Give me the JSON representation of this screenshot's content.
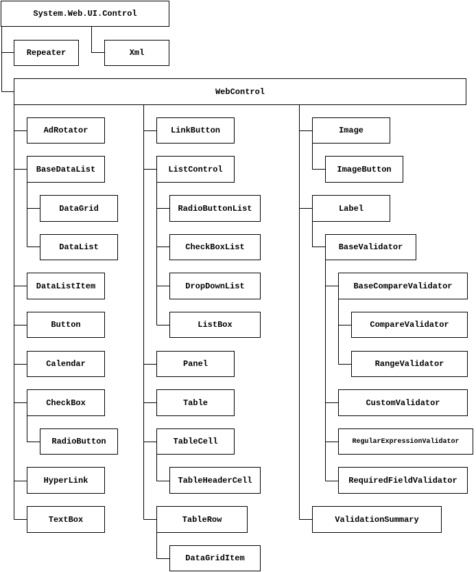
{
  "diagram": {
    "nodes": {
      "system_web_ui_control": "System.Web.UI.Control",
      "repeater": "Repeater",
      "xml": "Xml",
      "webcontrol": "WebControl",
      "adrotator": "AdRotator",
      "basedatalist": "BaseDataList",
      "datagrid": "DataGrid",
      "datalist": "DataList",
      "datalistitem": "DataListItem",
      "button": "Button",
      "calendar": "Calendar",
      "checkbox": "CheckBox",
      "radiobutton": "RadioButton",
      "hyperlink": "HyperLink",
      "textbox": "TextBox",
      "linkbutton": "LinkButton",
      "listcontrol": "ListControl",
      "radiobuttonlist": "RadioButtonList",
      "checkboxlist": "CheckBoxList",
      "dropdownlist": "DropDownList",
      "listbox": "ListBox",
      "panel": "Panel",
      "table": "Table",
      "tablecell": "TableCell",
      "tableheadercell": "TableHeaderCell",
      "tablerow": "TableRow",
      "datagriditem": "DataGridItem",
      "image": "Image",
      "imagebutton": "ImageButton",
      "label": "Label",
      "basevalidator": "BaseValidator",
      "basecomparevalidator": "BaseCompareValidator",
      "comparevalidator": "CompareValidator",
      "rangevalidator": "RangeValidator",
      "customvalidator": "CustomValidator",
      "regularexpressionvalidator": "RegularExpressionValidator",
      "requiredfieldvalidator": "RequiredFieldValidator",
      "validationsummary": "ValidationSummary"
    }
  }
}
